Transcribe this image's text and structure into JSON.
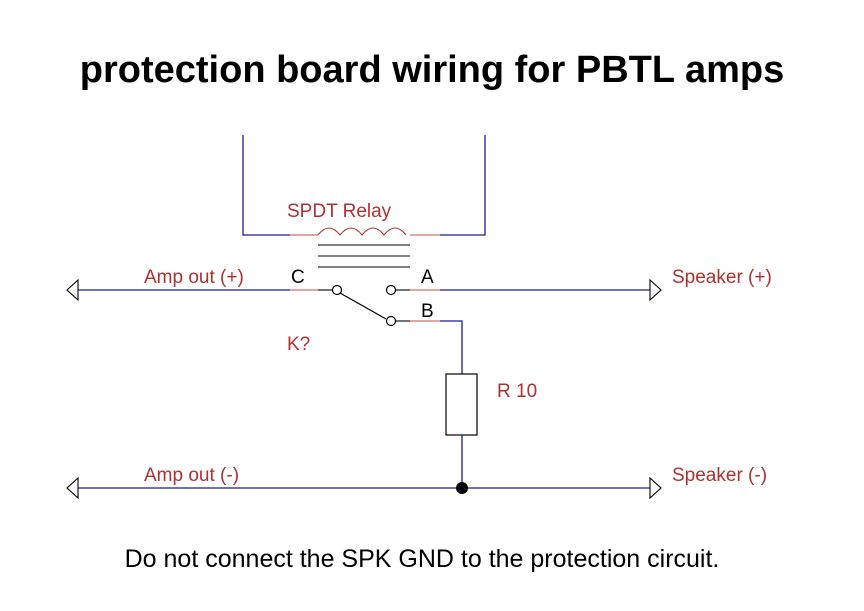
{
  "title": "protection board wiring for PBTL amps",
  "note": "Do not connect the SPK GND to the protection circuit.",
  "relay": {
    "label": "SPDT Relay",
    "pin_common": "C",
    "pin_no": "A",
    "pin_nc": "B",
    "ref": "K?"
  },
  "resistor": {
    "label": "R 10"
  },
  "ports": {
    "amp_out_pos": "Amp out (+)",
    "amp_out_neg": "Amp out (-)",
    "speaker_pos": "Speaker (+)",
    "speaker_neg": "Speaker (-)"
  },
  "colors": {
    "wire": "#1a1a9a",
    "component": "#000000",
    "label": "#b03030",
    "pin_label": "#000000",
    "pin_end": "#d07070",
    "background": "#ffffff"
  }
}
